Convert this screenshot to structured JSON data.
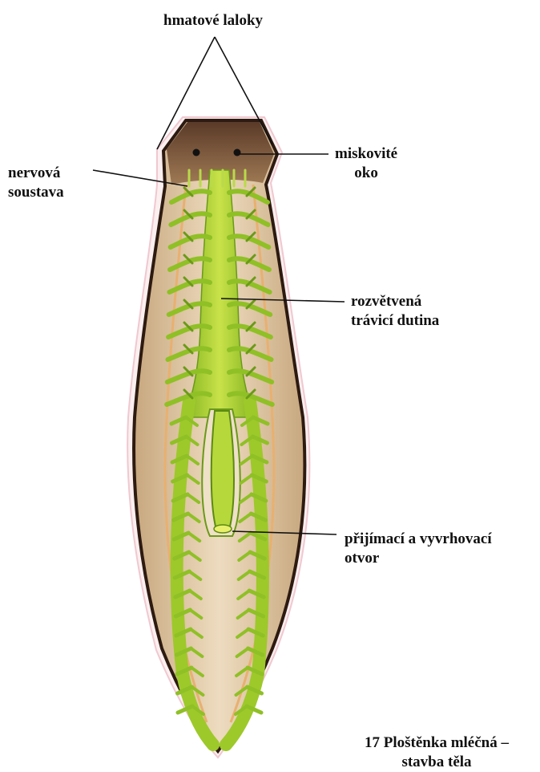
{
  "labels": {
    "tentacles": "hmatové laloky",
    "cup_eye_1": "miskovité",
    "cup_eye_2": "oko",
    "nervous_1": "nervová",
    "nervous_2": "soustava",
    "gut_1": "rozvětvená",
    "gut_2": "trávicí dutina",
    "mouth_1": "přijímací a vyvrhovací",
    "mouth_2": "otvor"
  },
  "caption": {
    "line1": "17 Ploštěnka mléčná –",
    "line2": "stavba těla"
  },
  "colors": {
    "body_outline": "#3a2418",
    "body_fill": "#e8d2b2",
    "gut_green": "#9dc92a",
    "gut_light": "#d6e84a",
    "head_brown": "#6b4a35",
    "nerve_orange": "#e8b070"
  }
}
